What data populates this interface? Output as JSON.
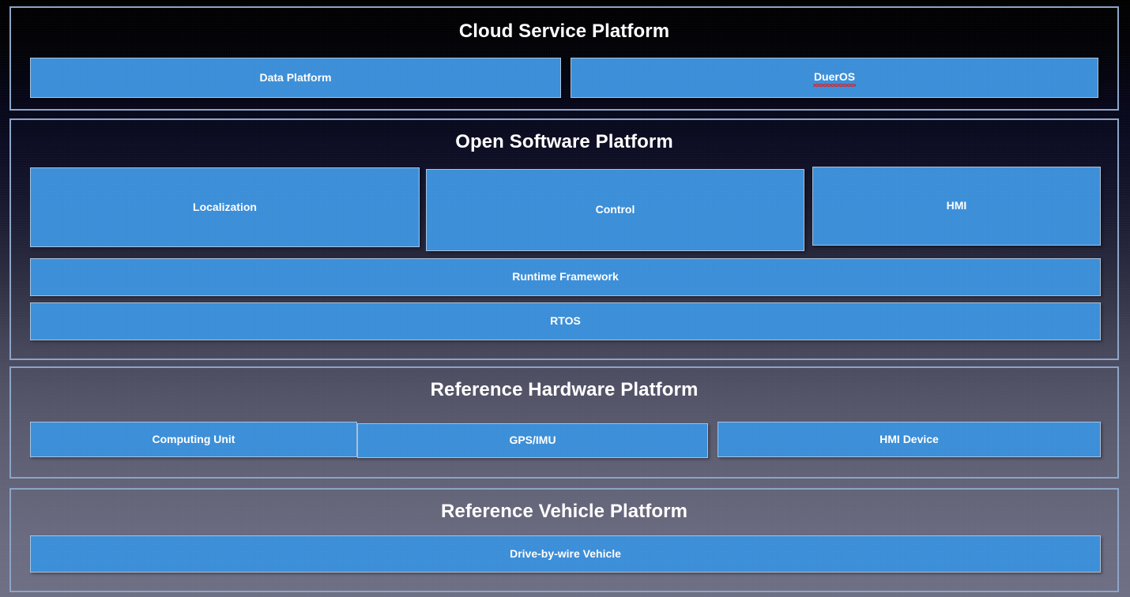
{
  "diagram": {
    "theme": {
      "box_fill": "#3b8ed8",
      "box_border": "#a8c2dd",
      "panel_border": "#8ba4c6",
      "text_color": "#ffffff",
      "background_top": "#000000",
      "background_bottom": "#6e6e84",
      "spellcheck_underline": "#e41f1f"
    },
    "layers": [
      {
        "id": "cloud",
        "title": "Cloud Service Platform",
        "boxes": [
          {
            "id": "data-platform",
            "label": "Data Platform",
            "spellcheck": false
          },
          {
            "id": "dueros",
            "label": "DuerOS",
            "spellcheck": true
          }
        ]
      },
      {
        "id": "software",
        "title": "Open Software Platform",
        "boxes": [
          {
            "id": "localization",
            "label": "Localization",
            "spellcheck": false
          },
          {
            "id": "control",
            "label": "Control",
            "spellcheck": false
          },
          {
            "id": "hmi",
            "label": "HMI",
            "spellcheck": false
          },
          {
            "id": "runtime-framework",
            "label": "Runtime Framework",
            "spellcheck": false
          },
          {
            "id": "rtos",
            "label": "RTOS",
            "spellcheck": false
          }
        ]
      },
      {
        "id": "hardware",
        "title": "Reference Hardware Platform",
        "boxes": [
          {
            "id": "computing-unit",
            "label": "Computing Unit",
            "spellcheck": false
          },
          {
            "id": "gps-imu",
            "label": "GPS/IMU",
            "spellcheck": false
          },
          {
            "id": "hmi-device",
            "label": "HMI Device",
            "spellcheck": false
          }
        ]
      },
      {
        "id": "vehicle",
        "title": "Reference Vehicle Platform",
        "boxes": [
          {
            "id": "drive-by-wire",
            "label": "Drive-by-wire Vehicle",
            "spellcheck": false
          }
        ]
      }
    ]
  }
}
